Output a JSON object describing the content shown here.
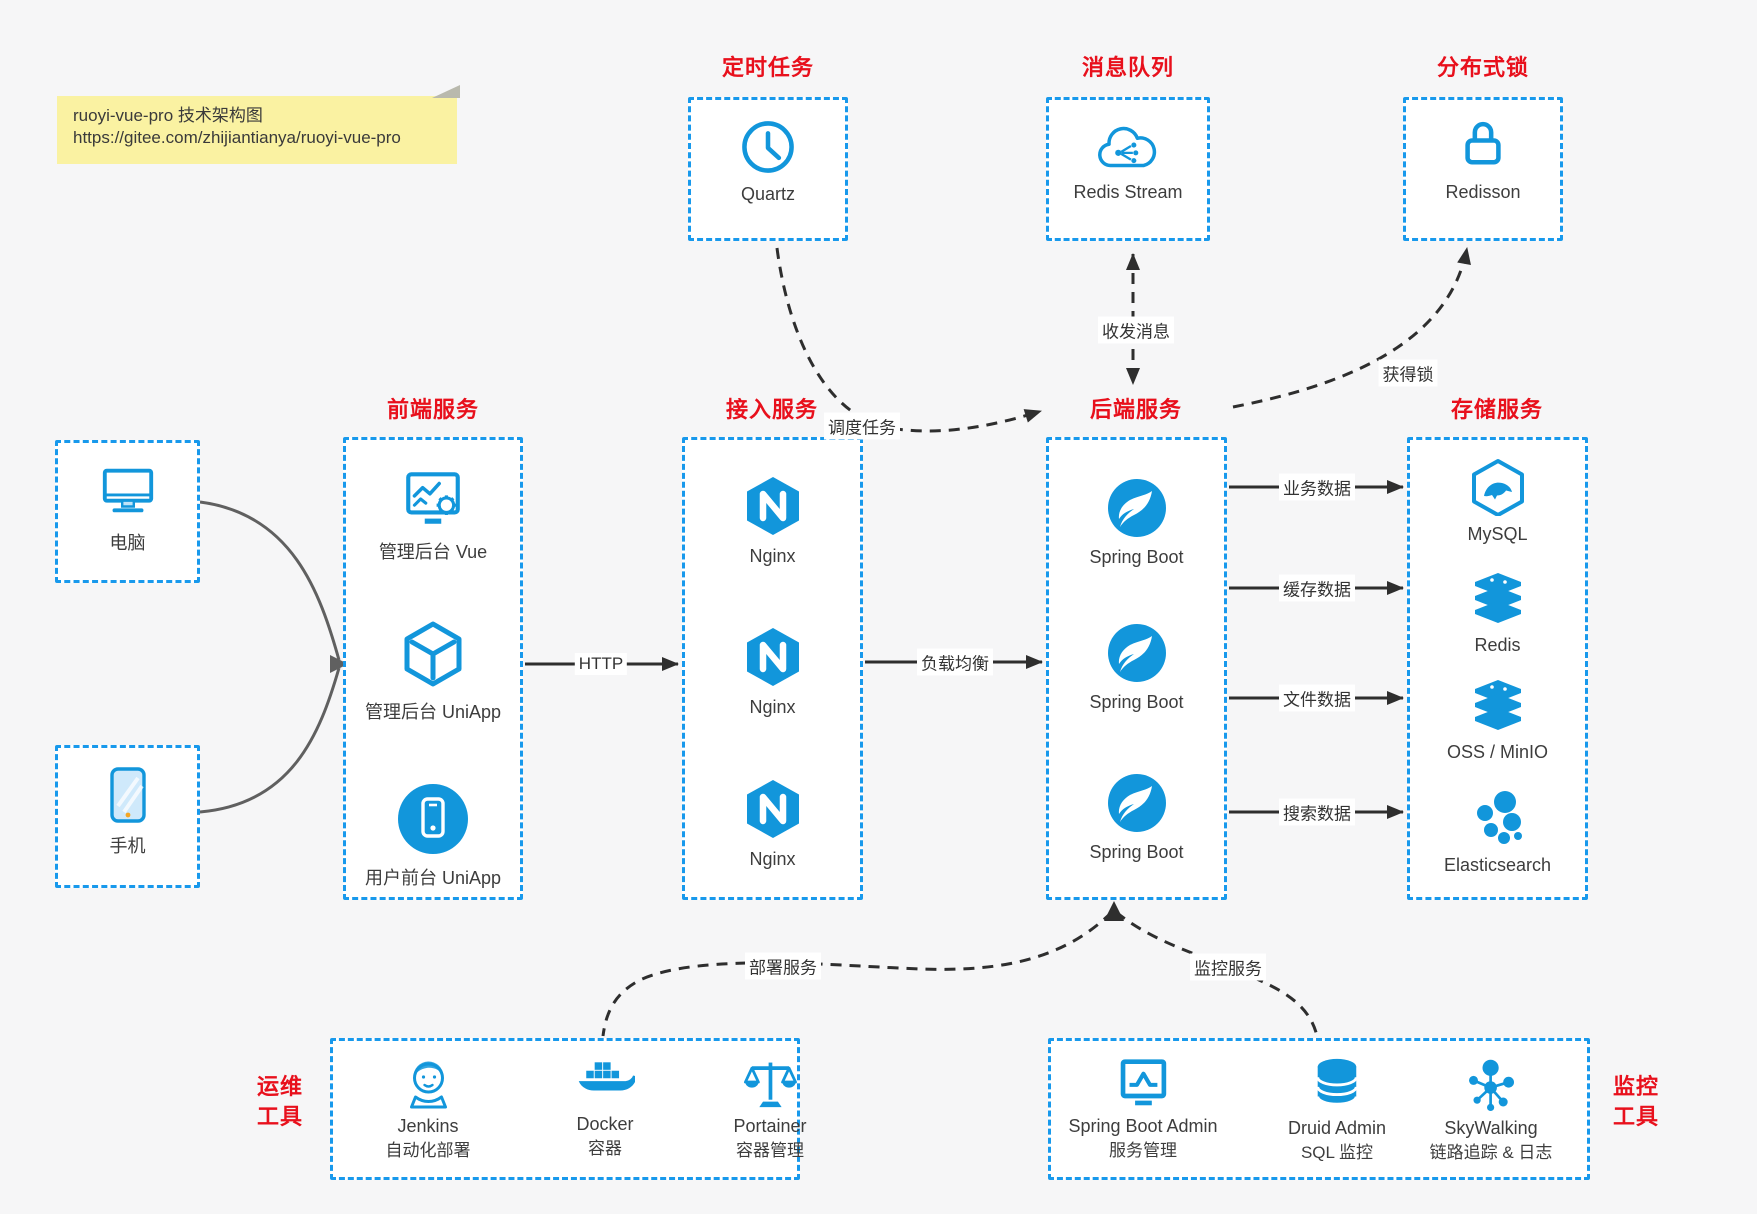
{
  "note": {
    "line1": "ruoyi-vue-pro 技术架构图",
    "line2": "https://gitee.com/zhijiantianya/ruoyi-vue-pro"
  },
  "timers": {
    "title": "定时任务",
    "label": "Quartz"
  },
  "mq": {
    "title": "消息队列",
    "label": "Redis Stream"
  },
  "dlock": {
    "title": "分布式锁",
    "label": "Redisson"
  },
  "clients": {
    "pc": "电脑",
    "phone": "手机"
  },
  "frontend": {
    "title": "前端服务",
    "items": [
      "管理后台 Vue",
      "管理后台 UniApp",
      "用户前台 UniApp"
    ]
  },
  "access": {
    "title": "接入服务",
    "items": [
      "Nginx",
      "Nginx",
      "Nginx"
    ]
  },
  "backend": {
    "title": "后端服务",
    "items": [
      "Spring Boot",
      "Spring Boot",
      "Spring Boot"
    ]
  },
  "storage": {
    "title": "存储服务",
    "items": [
      "MySQL",
      "Redis",
      "OSS / MinIO",
      "Elasticsearch"
    ]
  },
  "edges": {
    "http": "HTTP",
    "load_balance": "负载均衡",
    "schedule": "调度任务",
    "message": "收发消息",
    "lock": "获得锁",
    "business": "业务数据",
    "cache": "缓存数据",
    "file": "文件数据",
    "search": "搜索数据",
    "deploy": "部署服务",
    "monitor": "监控服务"
  },
  "ops": {
    "title1": "运维",
    "title2": "工具",
    "items": [
      {
        "name": "Jenkins",
        "desc": "自动化部署"
      },
      {
        "name": "Docker",
        "desc": "容器"
      },
      {
        "name": "Portainer",
        "desc": "容器管理"
      }
    ]
  },
  "monitoring": {
    "title1": "监控",
    "title2": "工具",
    "items": [
      {
        "name": "Spring Boot Admin",
        "desc": "服务管理"
      },
      {
        "name": "Druid Admin",
        "desc": "SQL 监控"
      },
      {
        "name": "SkyWalking",
        "desc": "链路追踪 & 日志"
      }
    ]
  },
  "colors": {
    "accent": "#1296db",
    "border": "#1899ec",
    "red": "#e8101c",
    "line": "#2e2e2e",
    "gray_line": "#606060",
    "note_bg": "#faf2a2"
  }
}
